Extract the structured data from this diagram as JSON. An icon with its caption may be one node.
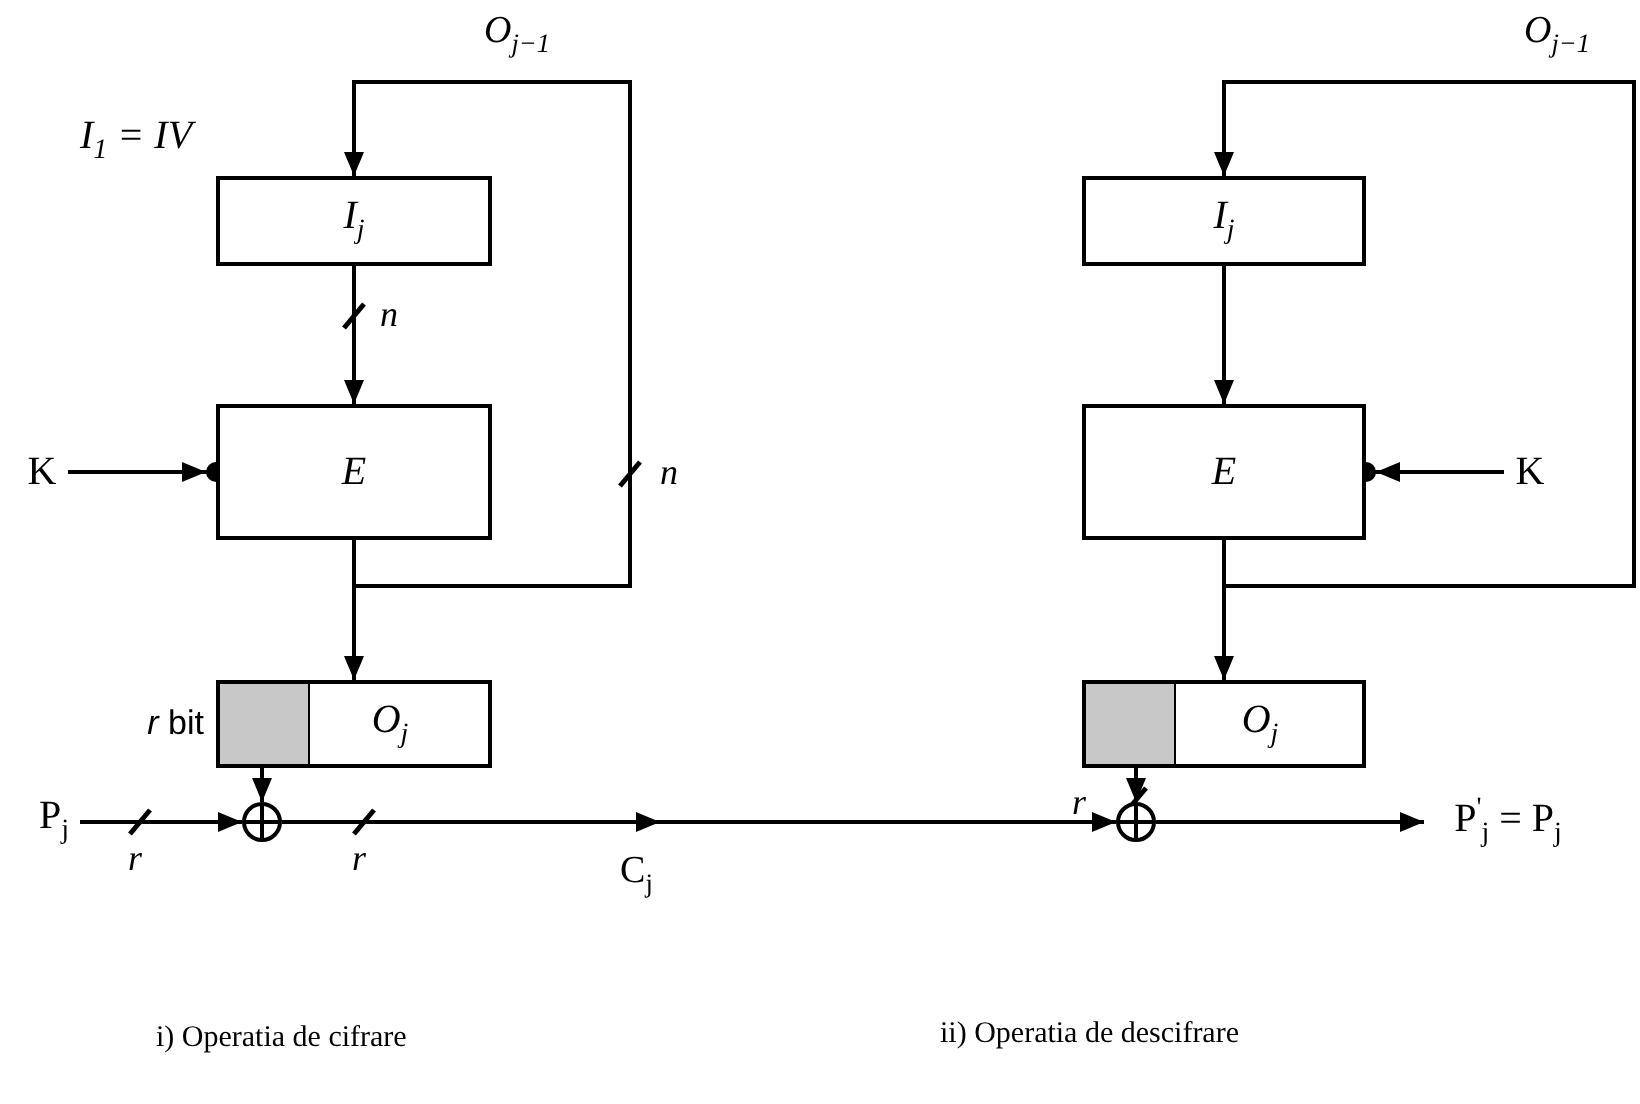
{
  "diagram": {
    "nodes": [
      {
        "text": [
          "I$_{j}$"
        ]
      },
      {
        "text": [
          "E"
        ]
      },
      {
        "text": [
          "K"
        ]
      },
      {
        "text": [
          "O$_{j}$"
        ],
        "beside": [
          "*r* bit"
        ]
      },
      {
        "text": [],
        "shape": "circle"
      },
      {
        "text": [
          "P$_{j}$"
        ]
      },
      {
        "text": [
          "I$_{j}$"
        ]
      },
      {
        "text": [
          "E"
        ]
      },
      {
        "text": [
          "K"
        ]
      },
      {
        "text": [
          "O$_{j}$"
        ]
      },
      {
        "text": [],
        "shape": "circle"
      },
      {
        "text": [
          "P$^{'}$$_{j}$ = P$_{j}$"
        ]
      }
    ],
    "edges": [
      {
        "from": 0,
        "to": 1,
        "arrow": "to"
      },
      {
        "from": 2,
        "to": 1,
        "arrow": "to"
      },
      {
        "from": 1,
        "to": 3,
        "arrow": "to"
      },
      {
        "from": 1,
        "to": 0,
        "arrow": "to",
        "label": "O$_{j−1}$"
      },
      {
        "from": 3,
        "to": 4,
        "arrow": "to"
      },
      {
        "from": 5,
        "to": 4,
        "arrow": "to"
      },
      {
        "from": 4,
        "to": 10,
        "arrow": "to",
        "label": "C$_{j}$"
      },
      {
        "from": 6,
        "to": 7,
        "arrow": "to"
      },
      {
        "from": 8,
        "to": 7,
        "arrow": "to"
      },
      {
        "from": 7,
        "to": 9,
        "arrow": "to"
      },
      {
        "from": 7,
        "to": 6,
        "arrow": "to",
        "label": "O$_{j−1}$"
      },
      {
        "from": 9,
        "to": 10,
        "arrow": "to"
      },
      {
        "from": 10,
        "to": 11,
        "arrow": "to"
      }
    ],
    "labels": [
      "I$_{1}$ = IV",
      "n",
      "n",
      "r",
      "r",
      "r",
      "i) Operatia de cifrare",
      "ii) Operatia de descifrare"
    ]
  }
}
